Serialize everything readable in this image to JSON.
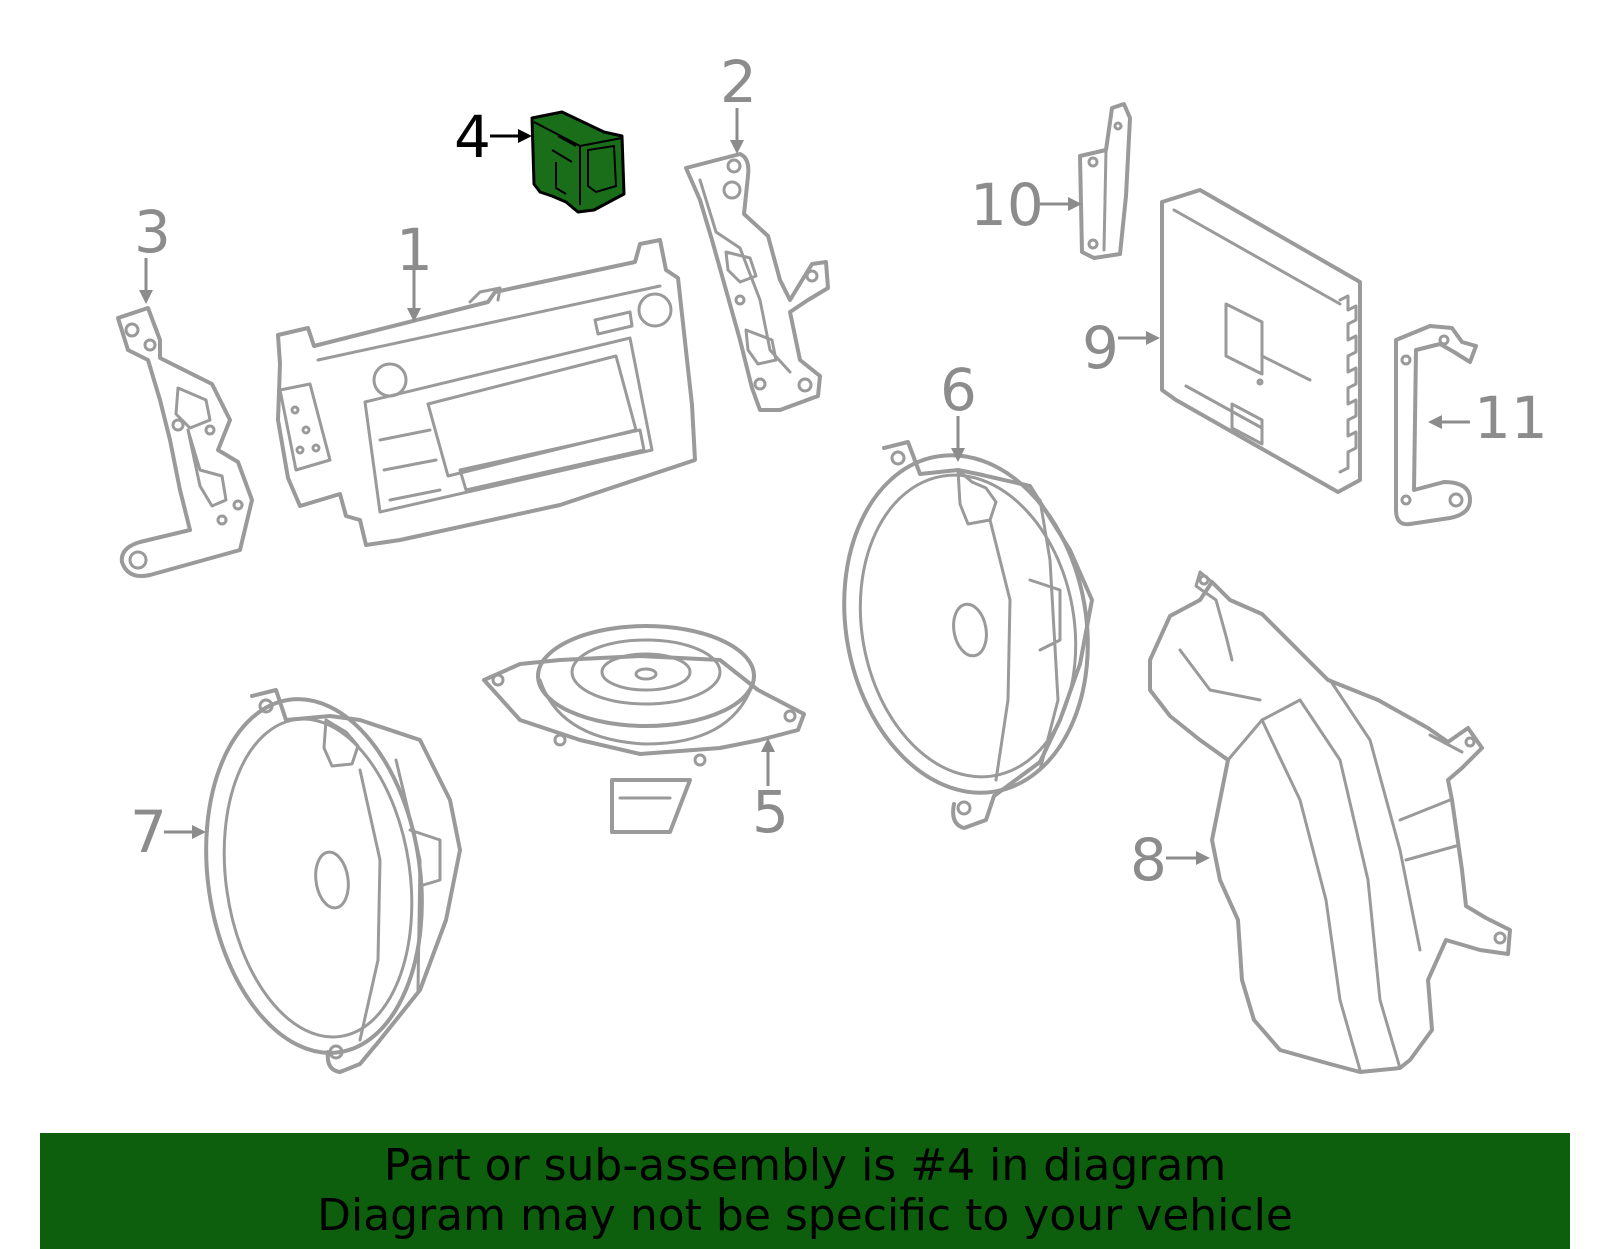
{
  "callouts": {
    "c1": "1",
    "c2": "2",
    "c3": "3",
    "c4": "4",
    "c5": "5",
    "c6": "6",
    "c7": "7",
    "c8": "8",
    "c9": "9",
    "c10": "10",
    "c11": "11"
  },
  "highlight": {
    "part_number": "4",
    "fill_color": "#1a6e1a",
    "label_color": "#000000"
  },
  "colors": {
    "line_art": "#9a9a9a",
    "banner_background": "#0d5e0d"
  },
  "footer": {
    "line1": "Part or sub-assembly is #4 in diagram",
    "line2": "Diagram may not be specific to your vehicle"
  }
}
